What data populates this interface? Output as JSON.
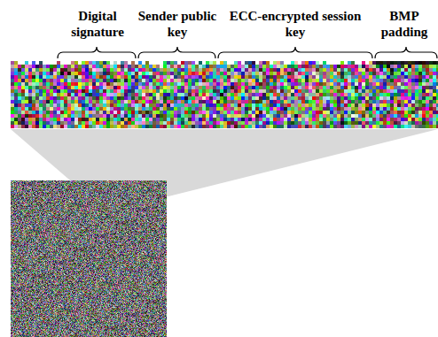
{
  "diagram": {
    "labels": [
      "Digital signature",
      "Sender public key",
      "ECC-encrypted session key",
      "BMP padding"
    ]
  }
}
